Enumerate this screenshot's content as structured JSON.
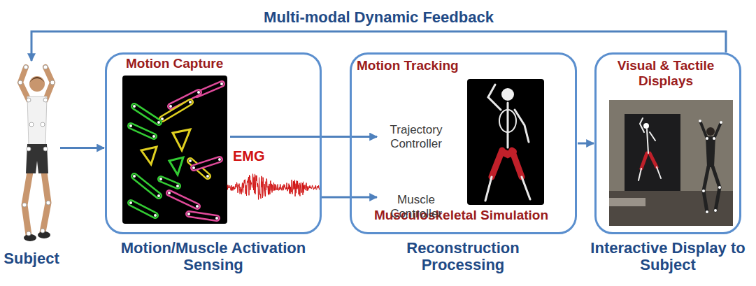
{
  "diagram": {
    "nodes": [
      {
        "text": [
          "Subject"
        ]
      },
      {
        "text": [
          "Motion/Muscle Activation Sensing"
        ]
      },
      {
        "text": [
          "Motion Capture"
        ],
        "in": 1
      },
      {
        "text": [
          "EMG"
        ],
        "in": 1
      },
      {
        "text": [
          "Motion Tracking",
          "Musculoskeletal Simulation",
          "Reconstruction Processing"
        ]
      },
      {
        "text": [
          "Trajectory Controller"
        ],
        "in": 4
      },
      {
        "text": [
          "Muscle Controller"
        ],
        "in": 4
      },
      {
        "text": [
          "Visual & Tactile Displays",
          "Interactive Display to Subject"
        ]
      }
    ],
    "edges": [
      {
        "from": 0,
        "to": 1,
        "arrow": "to"
      },
      {
        "from": 2,
        "to": 5,
        "arrow": "to"
      },
      {
        "from": 3,
        "to": 6,
        "arrow": "to"
      },
      {
        "from": 4,
        "to": 7,
        "arrow": "to"
      },
      {
        "from": 7,
        "to": 0,
        "label": "Multi-modal Dynamic Feedback",
        "arrow": "to"
      }
    ]
  }
}
